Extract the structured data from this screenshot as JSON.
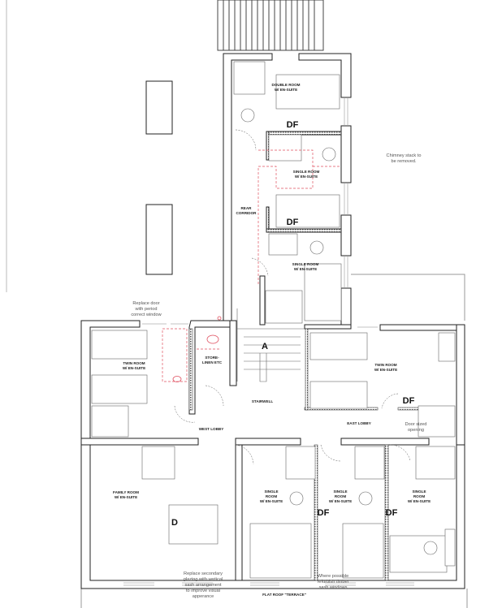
{
  "rooms": {
    "double_room": "DOUBLE ROOM\nW/ EN-SUITE",
    "single_room_rear_1": "SINGLE ROOM\nW/ EN-SUITE",
    "single_room_rear_2": "SINGLE ROOM\nW/ EN-SUITE",
    "rear_corridor": "REAR\nCORRIDOR",
    "twin_room_west": "TWIN ROOM\nW/ EN-SUITE",
    "store_linen": "STORE-\nLINEN ETC",
    "stairwell": "STAIRWELL",
    "west_lobby": "WEST LOBBY",
    "twin_room_east": "TWIN ROOM\nW/ EN-SUITE",
    "east_lobby": "EAST LOBBY",
    "family_room": "FAMILY ROOM\nW/ EN-SUITE",
    "single_room_1": "SINGLE\nROOM\nW/ EN-SUITE",
    "single_room_2": "SINGLE\nROOM\nW/ EN-SUITE",
    "single_room_3": "SINGLE\nROOM\nW/ EN-SUITE",
    "flat_roof": "FLAT ROOF \"TERRACE\""
  },
  "markers": {
    "df_1": "DF",
    "df_2": "DF",
    "df_3": "DF",
    "df_4": "DF",
    "df_5": "DF",
    "d": "D",
    "a": "A"
  },
  "notes": {
    "chimney": "Chimney stack to\nbe removed.",
    "replace_door": "Replace door\nwith period\ncorrect window",
    "door_sized_opening": "Door sized\nopening",
    "replace_glazing": "Replace secondary\nglazing with vertical\nsash arrangement\nto improve visual\napperance",
    "refurbish": "Where possible\nrefurbish timber\nsash windows"
  },
  "colors": {
    "walls": "#222222",
    "proposed": "#e05060",
    "notes": "#555555"
  }
}
